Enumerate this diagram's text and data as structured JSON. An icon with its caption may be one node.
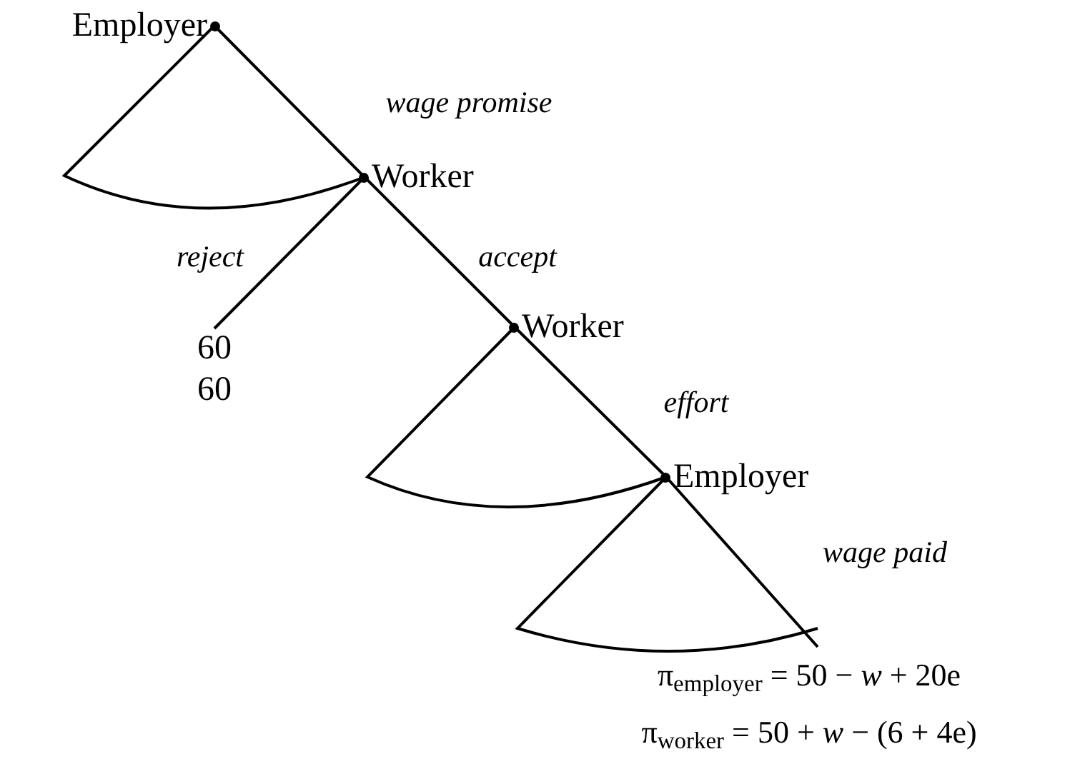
{
  "diagram": {
    "nodes": [
      {
        "text": [
          "Employer"
        ]
      },
      {
        "text": [
          "Worker"
        ]
      },
      {
        "text": [
          "60",
          "60"
        ]
      },
      {
        "text": [
          "Worker"
        ]
      },
      {
        "text": [
          "Employer"
        ]
      },
      {
        "text": [
          "π$_{employer}$ = 50 − *w* + 20e",
          "π$_{worker}$ = 50 + *w* − (6 + 4e)"
        ]
      }
    ],
    "edges": [
      {
        "from": 0,
        "to": 1,
        "arrow": "none",
        "label": "wage promise"
      },
      {
        "from": 1,
        "to": 2,
        "arrow": "none",
        "label": "reject"
      },
      {
        "from": 1,
        "to": 3,
        "arrow": "none",
        "label": "accept"
      },
      {
        "from": 3,
        "to": 4,
        "arrow": "none",
        "label": "effort"
      },
      {
        "from": 4,
        "to": 5,
        "arrow": "none",
        "label": "wage paid"
      }
    ]
  }
}
